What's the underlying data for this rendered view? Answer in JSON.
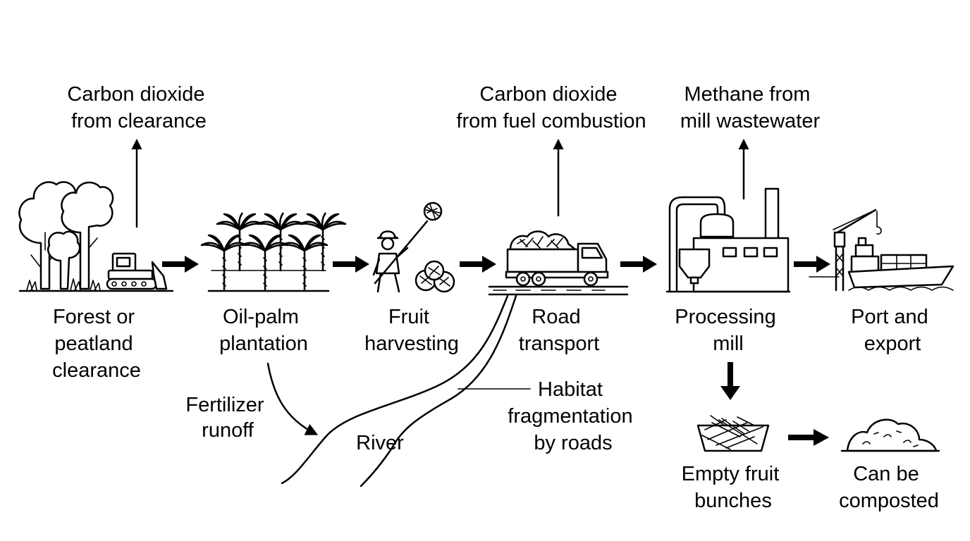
{
  "stages": [
    {
      "id": "clearance",
      "lines": [
        "Forest or",
        "peatland",
        "clearance"
      ]
    },
    {
      "id": "plantation",
      "lines": [
        "Oil-palm",
        "plantation"
      ]
    },
    {
      "id": "harvesting",
      "lines": [
        "Fruit",
        "harvesting"
      ]
    },
    {
      "id": "transport",
      "lines": [
        "Road",
        "transport"
      ]
    },
    {
      "id": "mill",
      "lines": [
        "Processing",
        "mill"
      ]
    },
    {
      "id": "port",
      "lines": [
        "Port and",
        "export"
      ]
    },
    {
      "id": "bunches",
      "lines": [
        "Empty fruit",
        "bunches"
      ]
    },
    {
      "id": "compost",
      "lines": [
        "Can be",
        "composted"
      ]
    }
  ],
  "emissions": [
    {
      "id": "co2-clearance",
      "lines": [
        "Carbon dioxide",
        "from clearance"
      ]
    },
    {
      "id": "co2-fuel",
      "lines": [
        "Carbon dioxide",
        "from fuel combustion"
      ]
    },
    {
      "id": "methane-mill",
      "lines": [
        "Methane from",
        "mill wastewater"
      ]
    }
  ],
  "impacts": {
    "fertilizer": [
      "Fertilizer",
      "runoff"
    ],
    "river": "River",
    "habitat": [
      "Habitat",
      "fragmentation",
      "by roads"
    ]
  },
  "icons": [
    "forest-trees-icon",
    "bulldozer-icon",
    "palm-trees-icon",
    "harvester-worker-icon",
    "fruit-bunch-icon",
    "truck-icon",
    "factory-icon",
    "cargo-ship-icon",
    "crane-icon",
    "fiber-basket-icon",
    "compost-pile-icon"
  ]
}
